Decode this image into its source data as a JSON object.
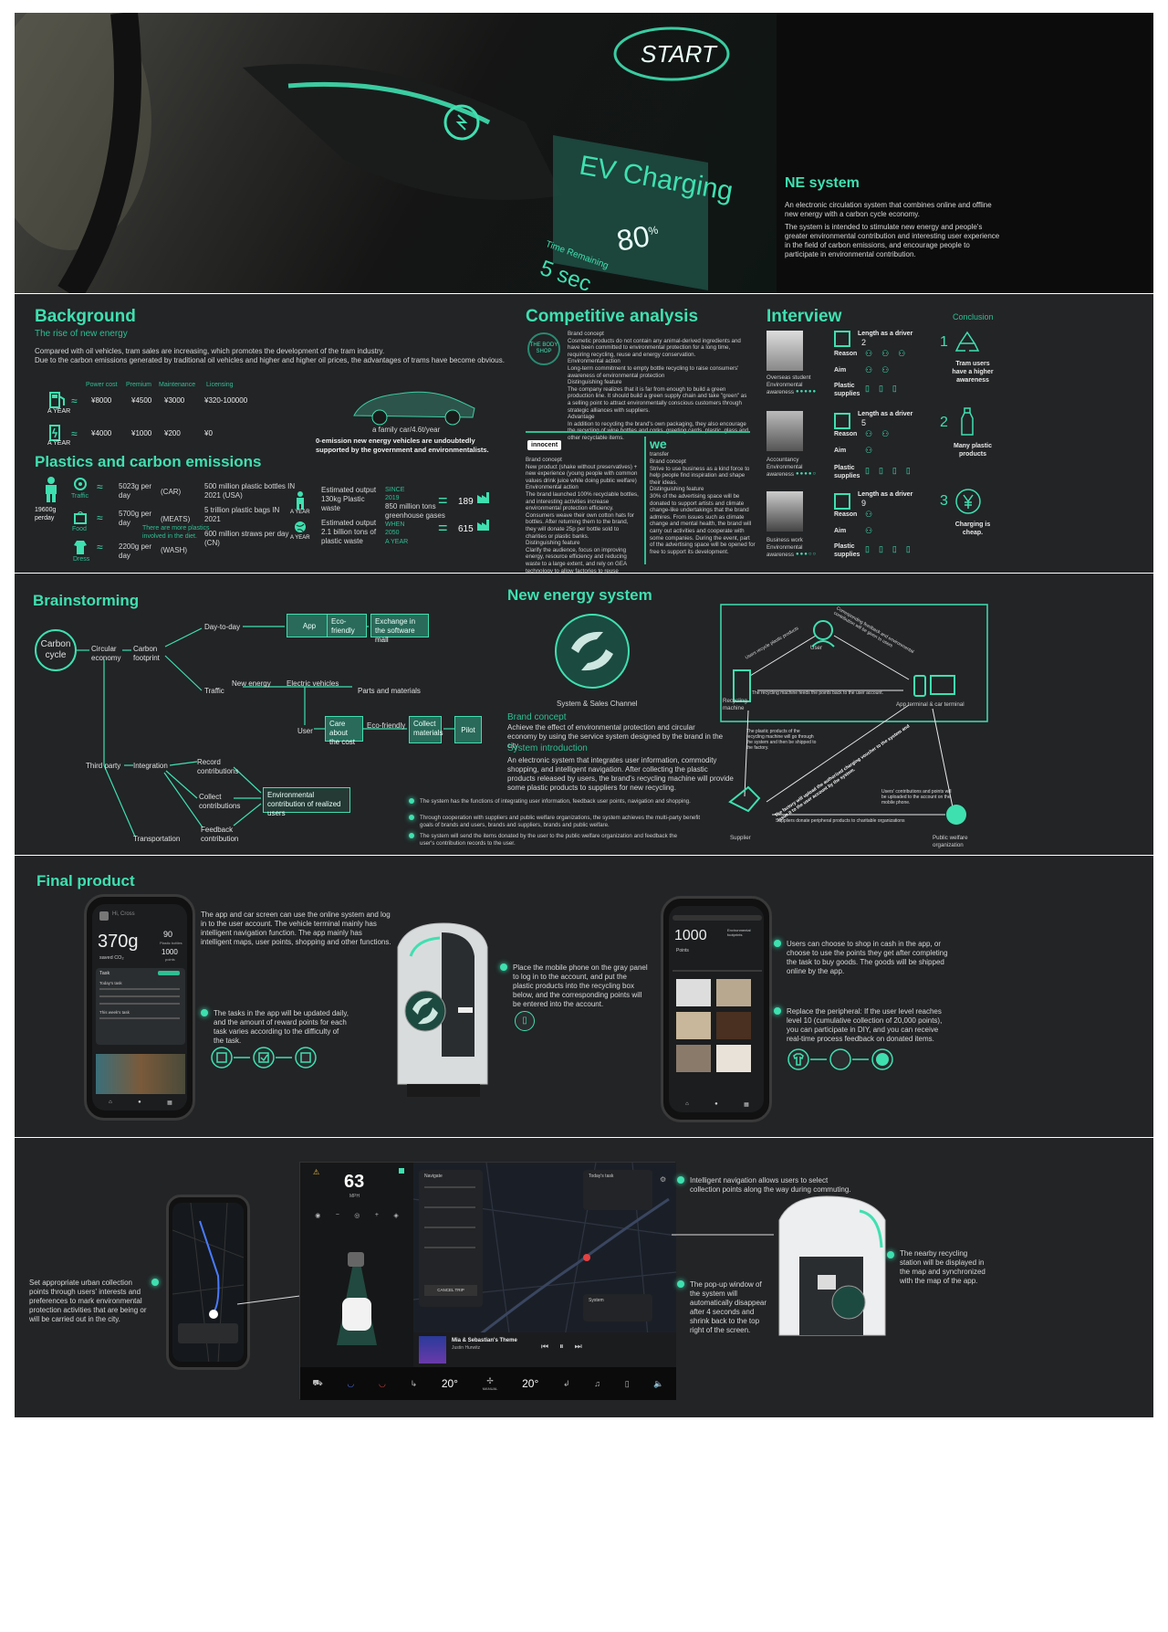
{
  "hero": {
    "start": "START",
    "ev": "EV Charging",
    "percent": "80",
    "percent_sup": "%",
    "time_label": "Time Remaining",
    "time_value": "5 sec",
    "title": "NE system",
    "desc1": "An electronic circulation system that combines online and offline new energy with a carbon cycle economy.",
    "desc2": "The system is intended to stimulate new energy and people's greater environmental contribution and interesting user experience in the field of carbon emissions, and encourage people to participate in environmental contribution."
  },
  "background": {
    "title": "Background",
    "subtitle": "The rise of new energy",
    "p1": "Compared with oil vehicles, tram sales are increasing, which promotes the development of the tram industry.",
    "p2": "Due to the carbon emissions generated by traditional oil vehicles and higher and higher oil prices, the advantages of trams have become obvious.",
    "cols": [
      "Power cost",
      "Premium",
      "Maintenance",
      "Licensing"
    ],
    "row1": {
      "label": "A YEAR",
      "values": [
        "¥8000",
        "¥4500",
        "¥3000",
        "¥320-100000"
      ]
    },
    "row2": {
      "label": "A YEAR",
      "values": [
        "¥4000",
        "¥1000",
        "¥200",
        "¥0"
      ]
    },
    "car_caption": "a family car/4.6t/year",
    "car_note": "0-emission new energy vehicles are undoubtedly supported by the government and environmentalists."
  },
  "plastics": {
    "title": "Plastics and carbon emissions",
    "person": "19600g perday",
    "items": [
      {
        "label": "Traffic",
        "value": "5023g per day",
        "tag": "(CAR)",
        "note": "500 million plastic bottles IN 2021 (USA)"
      },
      {
        "label": "Food",
        "value": "5700g per day",
        "tag": "(MEATS)",
        "note": "5 trillion plastic bags IN 2021"
      },
      {
        "label": "Dress",
        "value": "2200g per day",
        "tag": "(WASH)",
        "note": "600 million straws per day  (CN)"
      }
    ],
    "food_note": "There are more plastics involved in the diet.",
    "year1": "A YEAR",
    "year2": "A YEAR",
    "out1": "Estimated output 130kg Plastic waste",
    "out2": "Estimated output 2.1 billion tons of plastic waste",
    "since": "SINCE 2019",
    "since_val": "850 million tons greenhouse gases",
    "when": "WHEN 2050",
    "when_val": "A YEAR",
    "eq1": "189",
    "eq2": "615"
  },
  "competitive": {
    "title": "Competitive analysis",
    "b1_logo": "THE BODY SHOP",
    "b1_lines": [
      "Brand concept",
      "Cosmetic products do not contain any animal-derived ingredients and have been committed to environmental protection for a long time, requiring recycling, reuse and energy conservation.",
      "Environmental action",
      "Long-term commitment to empty bottle recycling to raise consumers' awareness of environmental protection",
      "Distinguishing feature",
      "The company realizes that it is far from enough to build a green production line. It should build a green supply chain and take \"green\" as a selling point to attract environmentally conscious customers through strategic alliances with suppliers.",
      "Advantage",
      "In addition to recycling the brand's own packaging, they also encourage the recycling of wine bottles and corks, greeting cards, plastic, glass and other recyclable items."
    ],
    "b2_logo": "innocent",
    "b2_lines": [
      "Brand concept",
      "New product (shake without preservatives) + new experience (young people with common values drink juice while doing public welfare)",
      "Environmental action",
      "The brand launched 100% recyclable bottles, and interesting activities increase environmental protection efficiency. Consumers weave their own cotton hats for bottles. After returning them to the brand, they will donate 25p per bottle sold to charities or plastic banks.",
      "Distinguishing feature",
      "Clarify the audience, focus on improving energy, resource efficiency and reducing waste to a large extent, and rely on GEA technology to allow factories to reuse recycled and energy."
    ],
    "b3_logo": "we",
    "b3_sub": "transfer",
    "b3_lines": [
      "Brand concept",
      "Strive to use business as a kind force to help people find inspiration and shape their ideas.",
      "Distinguishing feature",
      "30% of the advertising space will be donated to support artists and climate change-like undertakings that the brand admires. From issues such as climate change and mental health, the brand will carry out activities and cooperate with some companies. During the event, part of the advertising space will be opened for free to support its development."
    ]
  },
  "interview": {
    "title": "Interview",
    "conclusion": "Conclusion",
    "people": [
      {
        "role": "Overseas student",
        "aw": "Environmental awareness",
        "years_label": "Length as a driver",
        "years": "2",
        "reason": "Reason",
        "aim": "Aim",
        "plastic": "Plastic supplies"
      },
      {
        "role": "Accountancy",
        "aw": "Environmental awareness",
        "years_label": "Length as a driver",
        "years": "5",
        "reason": "Reason",
        "aim": "Aim",
        "plastic": "Plastic supplies"
      },
      {
        "role": "Business work",
        "aw": "Environmental awareness",
        "years_label": "Length as a driver",
        "years": "9",
        "reason": "Reason",
        "aim": "Aim",
        "plastic": "Plastic supplies"
      }
    ],
    "conclusions": [
      {
        "n": "1",
        "text": "Tram users have a higher awareness"
      },
      {
        "n": "2",
        "text": "Many plastic products"
      },
      {
        "n": "3",
        "text": "Charging is cheap."
      }
    ]
  },
  "brainstorm": {
    "title": "Brainstorming",
    "center": "Carbon cycle",
    "nodes": {
      "circular": "Circular economy",
      "footprint": "Carbon footprint",
      "daytoday": "Day-to-day",
      "traffic": "Traffic",
      "newenergy": "New energy",
      "electric": "Electric vehicles",
      "parts": "Parts and materials",
      "user": "User",
      "care": "Care about the cost",
      "ecof2": "Eco-friendly",
      "collect": "Collect materials",
      "pilot": "Pilot",
      "third": "Third party",
      "integration": "Integration",
      "record": "Record contributions",
      "collectc": "Collect contributions",
      "feedback": "Feedback contribution",
      "transport": "Transportation",
      "env": "Environmental contribution of realized users",
      "app": "App",
      "ecof": "Eco-friendly",
      "exchange": "Exchange in the software mall"
    }
  },
  "nes": {
    "title": "New energy system",
    "channel": "System & Sales Channel",
    "concept_t": "Brand concept",
    "concept": "Achieve the effect of environmental protection and circular economy by using the service system designed by the brand in the city",
    "intro_t": "System introduction",
    "intro": "An electronic system that integrates user information, commodity shopping, and intelligent navigation. After collecting the plastic products released by users, the brand's recycling machine will provide some plastic products to suppliers for new recycling.",
    "b1": "The system has the functions of integrating user information, feedback user points, navigation and shopping.",
    "b2": "Through cooperation with suppliers and public welfare organizations, the system achieves the multi-party benefit goals of brands and users, brands and suppliers, brands and public welfare.",
    "b3": "The system will send the items donated by the user to the public welfare organization and feedback the user's contribution records to the user.",
    "user": "User",
    "machine": "Recycling machine",
    "terminal": "App terminal & car terminal",
    "supplier": "Supplier",
    "welfare": "Public welfare organization",
    "f1": "Users recycle plastic products",
    "f2": "Corresponding feedback and environmental contribution will be given to users",
    "f3": "The recycling machine feeds the points back to the user account.",
    "f4": "The plastic products of the recycling machine will go through the system and then be shipped to the factory.",
    "f5": "The factory will upload the authorized charging voucher to the system and issue it to the user account by the system.",
    "f6": "Users' contributions and points will be uploaded to the account on the mobile phone.",
    "f7": "Suppliers donate peripheral products to charitable organizations"
  },
  "final": {
    "title": "Final product",
    "p1_user": "Hi, Cross",
    "p1_big": "370g",
    "p1_saved": "saved CO₂",
    "p1_n1": "90",
    "p1_n1l": "Plastic bottles",
    "p1_n2": "1000",
    "p1_n2l": "points",
    "p1_task": "Task",
    "p1_today": "Today's task",
    "p1_week": "This week's task",
    "t1": "The app and car screen can use the online system and log in to the user account. The vehicle terminal mainly has intelligent navigation function. The app mainly has intelligent maps, user points, shopping and other functions.",
    "t2": "The tasks in the app will be updated daily, and the amount of reward points for each task varies according to the difficulty of the task.",
    "t3": "Place the mobile phone on the gray panel to log in to the account, and put the plastic products into the recycling box below, and the corresponding points will be entered into the account.",
    "p2_big": "1000",
    "p2_pts": "Points",
    "p2_env": "Environmental footprints",
    "t4": "Users can choose to shop in cash in the app, or choose to use the points they get after completing the task to buy goods. The goods will be shipped online by the app.",
    "t5": "Replace the peripheral: If the user level reaches level 10 (cumulative collection of 20,000 points), you can participate in DIY, and you can receive real-time process feedback on donated items."
  },
  "nav": {
    "speed": "63",
    "unit": "MPH",
    "song": "Mia & Sebastian's Theme",
    "artist": "Justin Hurwitz",
    "temp1": "20°",
    "temp2": "20°",
    "manual": "MANUAL",
    "navigate": "Navigate",
    "cancel": "CANCEL TRIP",
    "todays": "Today's task",
    "system": "System",
    "t1": "Intelligent navigation allows users to select collection points along the way during commuting.",
    "t2": "The pop-up window of the system will automatically disappear after 4 seconds and shrink back to the top right of the screen.",
    "t3": "The nearby recycling station will be displayed in the map and synchronized with the map of the app.",
    "t4": "Set appropriate urban collection points through users' interests and preferences to mark environmental protection activities that are being or will be carried out in the city."
  }
}
